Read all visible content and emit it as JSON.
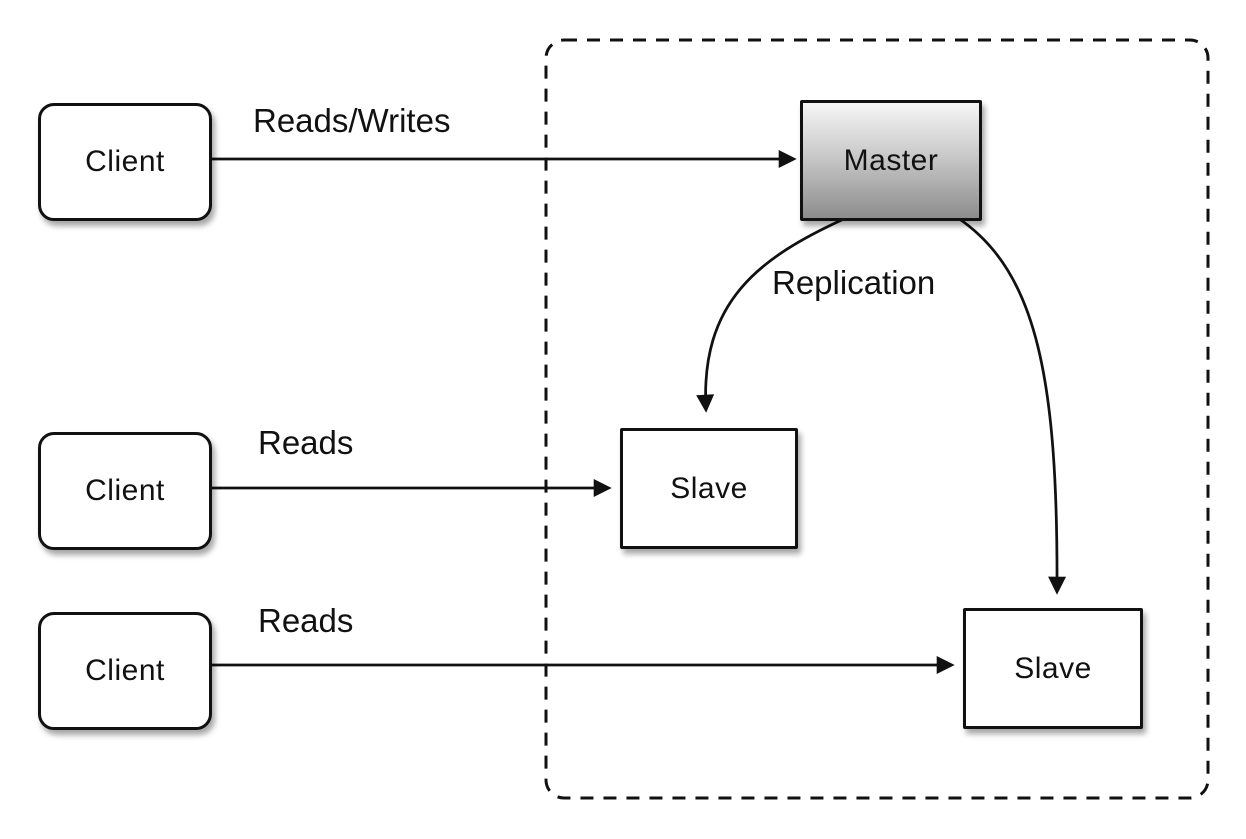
{
  "diagram": {
    "clients": [
      {
        "label": "Client"
      },
      {
        "label": "Client"
      },
      {
        "label": "Client"
      }
    ],
    "master": {
      "label": "Master"
    },
    "slaves": [
      {
        "label": "Slave"
      },
      {
        "label": "Slave"
      }
    ],
    "edges": {
      "client1_to_master": "Reads/Writes",
      "client2_to_slave1": "Reads",
      "client3_to_slave2": "Reads",
      "master_to_slaves": "Replication"
    },
    "colors": {
      "background": "#ffffff",
      "stroke": "#111111",
      "text": "#111111",
      "node_fill": "#ffffff",
      "master_fill_top": "#f5f5f5",
      "master_fill_bottom": "#8d8d8d"
    }
  }
}
